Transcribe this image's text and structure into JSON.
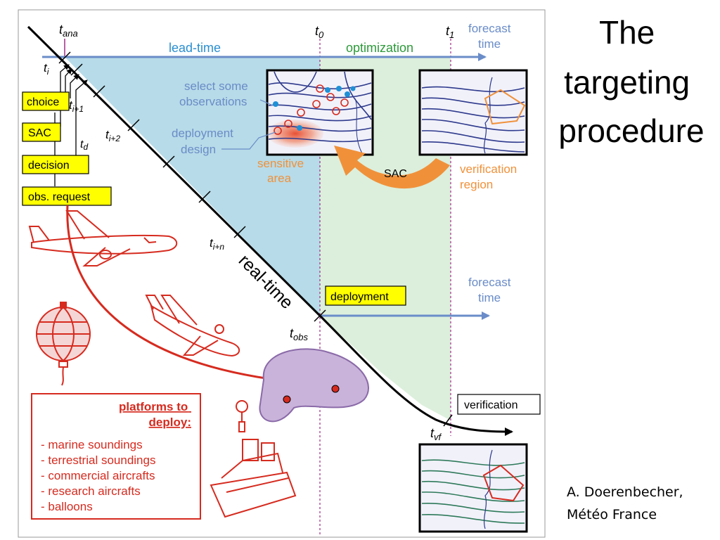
{
  "slide": {
    "title_lines": [
      "The",
      "targeting",
      "procedure"
    ],
    "credit_lines": [
      "A. Doerenbecher,",
      "Météo France"
    ]
  },
  "time_marks": {
    "t_ana": {
      "base": "t",
      "sub": "ana"
    },
    "t0": {
      "base": "t",
      "sub": "0"
    },
    "t1": {
      "base": "t",
      "sub": "1"
    },
    "ti": {
      "base": "t",
      "sub": "i"
    },
    "ti1": {
      "base": "t",
      "sub": "i+1"
    },
    "ti2": {
      "base": "t",
      "sub": "i+2"
    },
    "tin": {
      "base": "t",
      "sub": "i+n"
    },
    "td": {
      "base": "t",
      "sub": "d"
    },
    "tobs": {
      "base": "t",
      "sub": "obs"
    },
    "tvf": {
      "base": "t",
      "sub": "vf"
    }
  },
  "labels": {
    "lead_time": "lead-time",
    "optimization": "optimization",
    "forecast_time_top": [
      "forecast",
      "time"
    ],
    "forecast_time_mid": [
      "forecast",
      "time"
    ],
    "select_obs": [
      "select some",
      "observations"
    ],
    "deployment_design": [
      "deployment",
      "design"
    ],
    "sensitive_area": [
      "sensitive",
      "area"
    ],
    "verification_region": [
      "verification",
      "region"
    ],
    "sac_arrow": "SAC",
    "real_time": "real-time"
  },
  "boxes": {
    "choice": "choice",
    "sac": "SAC",
    "decision": "decision",
    "obs_request": "obs. request",
    "deployment": "deployment",
    "verification": "verification"
  },
  "platforms": {
    "title_lines": [
      "platforms to",
      "deploy:"
    ],
    "items": [
      "- marine soundings",
      "- terrestrial soundings",
      "- commercial aircrafts",
      "- research aircrafts",
      "- balloons"
    ]
  },
  "colors": {
    "lead_blue": "#b7dbe8",
    "opt_green": "#dcefdc",
    "axis_blue": "#6a8cc8",
    "red": "#d62b1f",
    "orange": "#f0913a",
    "yellow": "#ffff00",
    "purple_blob": "#c9b3da"
  }
}
